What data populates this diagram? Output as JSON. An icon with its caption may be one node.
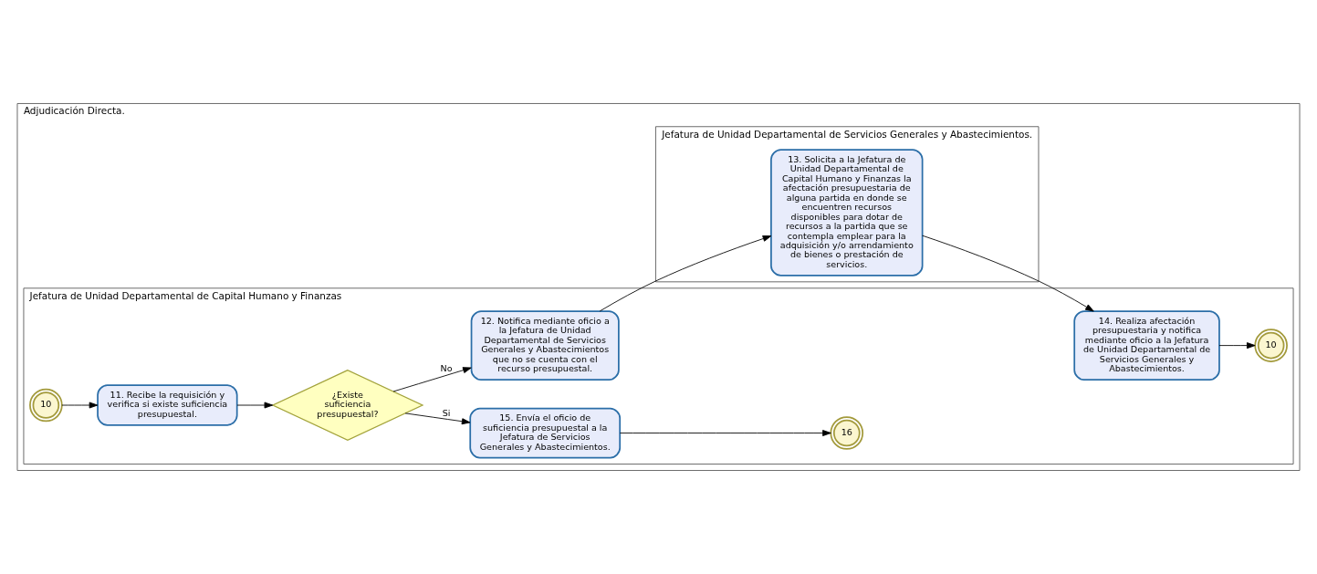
{
  "diagram": {
    "nodes": [
      {
        "text": [
          "Adjudicación Directa."
        ]
      },
      {
        "text": [
          "Jefatura de Unidad Departamental de Capital Humano y Finanzas"
        ],
        "in": 0
      },
      {
        "text": [
          "Jefatura de Unidad Departamental de Servicios Generales y Abastecimientos."
        ],
        "in": 0
      },
      {
        "text": [
          "10"
        ],
        "in": 1
      },
      {
        "text": [
          "11. Recibe la requisición y verifica si existe suficiencia presupuestal."
        ],
        "in": 1
      },
      {
        "text": [
          "¿Existe suficiencia presupuestal?"
        ],
        "in": 1
      },
      {
        "text": [
          "15. Envía el oficio de suficiencia presupuestal a la Jefatura de Servicios Generales y Abastecimientos."
        ],
        "in": 1
      },
      {
        "text": [
          "14. Realiza afectación presupuestaria y notifica mediante oficio a la Jefatura de Unidad Departamental de Servicios Generales y Abastecimientos."
        ],
        "in": 1
      },
      {
        "text": [
          "12. Notifica mediante oficio a la Jefatura de Unidad Departamental de Servicios Generales y Abastecimientos que no se cuenta con el recurso presupuestal."
        ],
        "in": 1
      },
      {
        "text": [
          "16"
        ],
        "in": 1
      },
      {
        "text": [
          "10"
        ],
        "in": 1
      },
      {
        "text": [
          "13. Solicita a la Jefatura de Unidad Departamental de Capital Humano y Finanzas la afectación presupuestaria de alguna partida en donde se encuentren recursos disponibles para dotar de recursos a la partida que se contempla emplear para la adquisición y/o arrendamiento de bienes o prestación de servicios."
        ],
        "in": 2
      }
    ],
    "edges": [
      {
        "from": 3,
        "to": 4,
        "arrow": "to"
      },
      {
        "from": 4,
        "to": 5,
        "arrow": "to"
      },
      {
        "from": 5,
        "to": 6,
        "arrow": "to",
        "label": "Si"
      },
      {
        "from": 5,
        "to": 8,
        "arrow": "to",
        "label": "No"
      },
      {
        "from": 6,
        "to": 9,
        "arrow": "to"
      },
      {
        "from": 8,
        "to": 11,
        "arrow": "to"
      },
      {
        "from": 11,
        "to": 7,
        "arrow": "to"
      },
      {
        "from": 7,
        "to": 10,
        "arrow": "to"
      }
    ]
  }
}
